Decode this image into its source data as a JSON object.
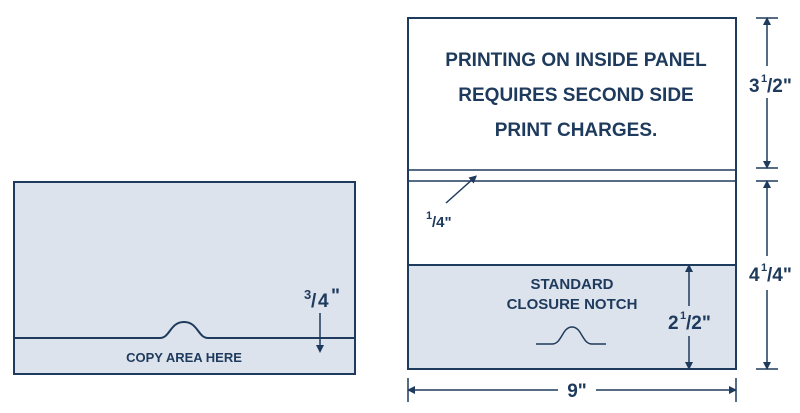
{
  "colors": {
    "ink": "#1e3a5c",
    "panel_fill": "#dce3ec",
    "background": "#ffffff"
  },
  "left_folder": {
    "copy_label": "COPY AREA HERE",
    "fraction_num": "3",
    "fraction_slash": "/",
    "fraction_den": "4",
    "fraction_unit": "\""
  },
  "right_folder": {
    "notice_line1": "PRINTING ON INSIDE PANEL",
    "notice_line2": "REQUIRES SECOND SIDE",
    "notice_line3": "PRINT CHARGES.",
    "score_dim_num": "1",
    "score_dim_den": "/4\"",
    "closure_line1": "STANDARD",
    "closure_line2": "CLOSURE NOTCH",
    "pocket_dim_whole": "2",
    "pocket_dim_frac": "1",
    "pocket_dim_den": "/2\"",
    "top_dim_whole": "3",
    "top_dim_frac": "1",
    "top_dim_den": "/2\"",
    "bottom_dim_whole": "4",
    "bottom_dim_frac": "1",
    "bottom_dim_den": "/4\"",
    "width_dim": "9\""
  }
}
